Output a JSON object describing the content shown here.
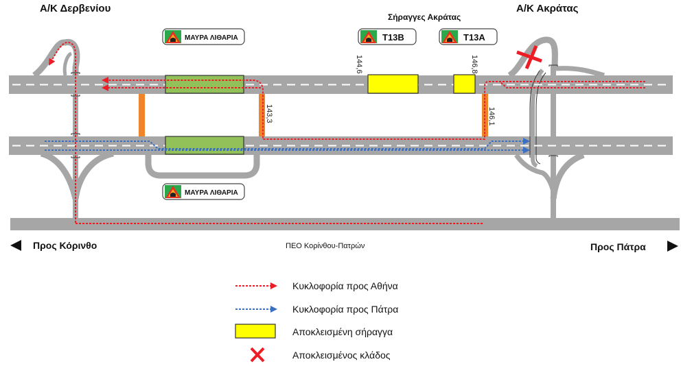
{
  "titles": {
    "interchange_left": "Α/Κ Δερβενίου",
    "interchange_right": "Α/Κ Ακράτας",
    "tunnels_group": "Σήραγγες Ακράτας"
  },
  "signs": [
    {
      "id": "mavra-top",
      "label": "ΜΑΥΡΑ ΛΙΘΑΡΙΑ",
      "icon": "tunnel-warning-icon"
    },
    {
      "id": "mavra-bottom",
      "label": "ΜΑΥΡΑ ΛΙΘΑΡΙΑ",
      "icon": "tunnel-warning-icon"
    },
    {
      "id": "t13b",
      "label": "T13B",
      "icon": "tunnel-warning-icon"
    },
    {
      "id": "t13a",
      "label": "T13A",
      "icon": "tunnel-warning-icon"
    }
  ],
  "km_markers": [
    "144,6",
    "146,8",
    "143,3",
    "146,1"
  ],
  "directions": {
    "left": "Προς Κόρινθο",
    "center": "ΠΕΟ Κορίνθου-Πατρών",
    "right": "Προς Πάτρα"
  },
  "legend": [
    {
      "type": "red-arrow",
      "label": "Κυκλοφορία προς Αθήνα"
    },
    {
      "type": "blue-arrow",
      "label": "Κυκλοφορία προς Πάτρα"
    },
    {
      "type": "yellow-box",
      "label": "Αποκλεισμένη σήραγγα"
    },
    {
      "type": "red-x",
      "label": "Αποκλεισμένος κλάδος"
    }
  ],
  "colors": {
    "road": "#a6a6a6",
    "athens_traffic": "#ee1c24",
    "patra_traffic": "#3a6fc4",
    "closed_tunnel": "#ffff00",
    "open_tunnel": "#92c15a",
    "crossover": "#f0842a"
  }
}
